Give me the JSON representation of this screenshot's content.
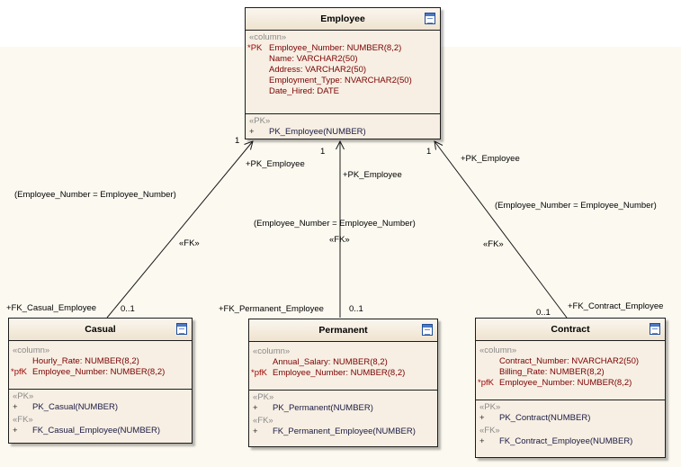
{
  "tables": {
    "employee": {
      "title": "Employee",
      "column_stereotype": "«column»",
      "columns": [
        {
          "tag": "*PK",
          "text": "Employee_Number:  NUMBER(8,2)"
        },
        {
          "tag": "",
          "text": "Name:  VARCHAR2(50)"
        },
        {
          "tag": "",
          "text": "Address:  VARCHAR2(50)"
        },
        {
          "tag": "",
          "text": "Employment_Type:  NVARCHAR2(50)"
        },
        {
          "tag": "",
          "text": "Date_Hired:  DATE"
        }
      ],
      "ops": [
        {
          "stereotype": "«PK»",
          "vis": "+",
          "text": "PK_Employee(NUMBER)"
        }
      ]
    },
    "casual": {
      "title": "Casual",
      "column_stereotype": "«column»",
      "columns": [
        {
          "tag": "",
          "text": "Hourly_Rate:  NUMBER(8,2)"
        },
        {
          "tag": "*pfK",
          "text": "Employee_Number:  NUMBER(8,2)"
        }
      ],
      "ops": [
        {
          "stereotype": "«PK»",
          "vis": "+",
          "text": "PK_Casual(NUMBER)"
        },
        {
          "stereotype": "«FK»",
          "vis": "+",
          "text": "FK_Casual_Employee(NUMBER)"
        }
      ]
    },
    "permanent": {
      "title": "Permanent",
      "column_stereotype": "«column»",
      "columns": [
        {
          "tag": "",
          "text": "Annual_Salary:  NUMBER(8,2)"
        },
        {
          "tag": "*pfK",
          "text": "Employee_Number:  NUMBER(8,2)"
        }
      ],
      "ops": [
        {
          "stereotype": "«PK»",
          "vis": "+",
          "text": "PK_Permanent(NUMBER)"
        },
        {
          "stereotype": "«FK»",
          "vis": "+",
          "text": "FK_Permanent_Employee(NUMBER)"
        }
      ]
    },
    "contract": {
      "title": "Contract",
      "column_stereotype": "«column»",
      "columns": [
        {
          "tag": "",
          "text": "Contract_Number:  NVARCHAR2(50)"
        },
        {
          "tag": "",
          "text": "Billing_Rate:  NUMBER(8,2)"
        },
        {
          "tag": "*pfK",
          "text": "Employee_Number:  NUMBER(8,2)"
        }
      ],
      "ops": [
        {
          "stereotype": "«PK»",
          "vis": "+",
          "text": "PK_Contract(NUMBER)"
        },
        {
          "stereotype": "«FK»",
          "vis": "+",
          "text": "FK_Contract_Employee(NUMBER)"
        }
      ]
    }
  },
  "connectors": {
    "casual": {
      "target_mult": "1",
      "target_role": "+PK_Employee",
      "condition": "(Employee_Number = Employee_Number)",
      "stereotype": "«FK»",
      "source_role": "+FK_Casual_Employee",
      "source_mult": "0..1"
    },
    "permanent": {
      "target_mult": "1",
      "target_role": "+PK_Employee",
      "condition": "(Employee_Number = Employee_Number)",
      "stereotype": "«FK»",
      "source_role": "+FK_Permanent_Employee",
      "source_mult": "0..1"
    },
    "contract": {
      "target_mult": "1",
      "target_role": "+PK_Employee",
      "condition": "(Employee_Number = Employee_Number)",
      "stereotype": "«FK»",
      "source_role": "+FK_Contract_Employee",
      "source_mult": "0..1"
    }
  },
  "icon": "table-icon"
}
